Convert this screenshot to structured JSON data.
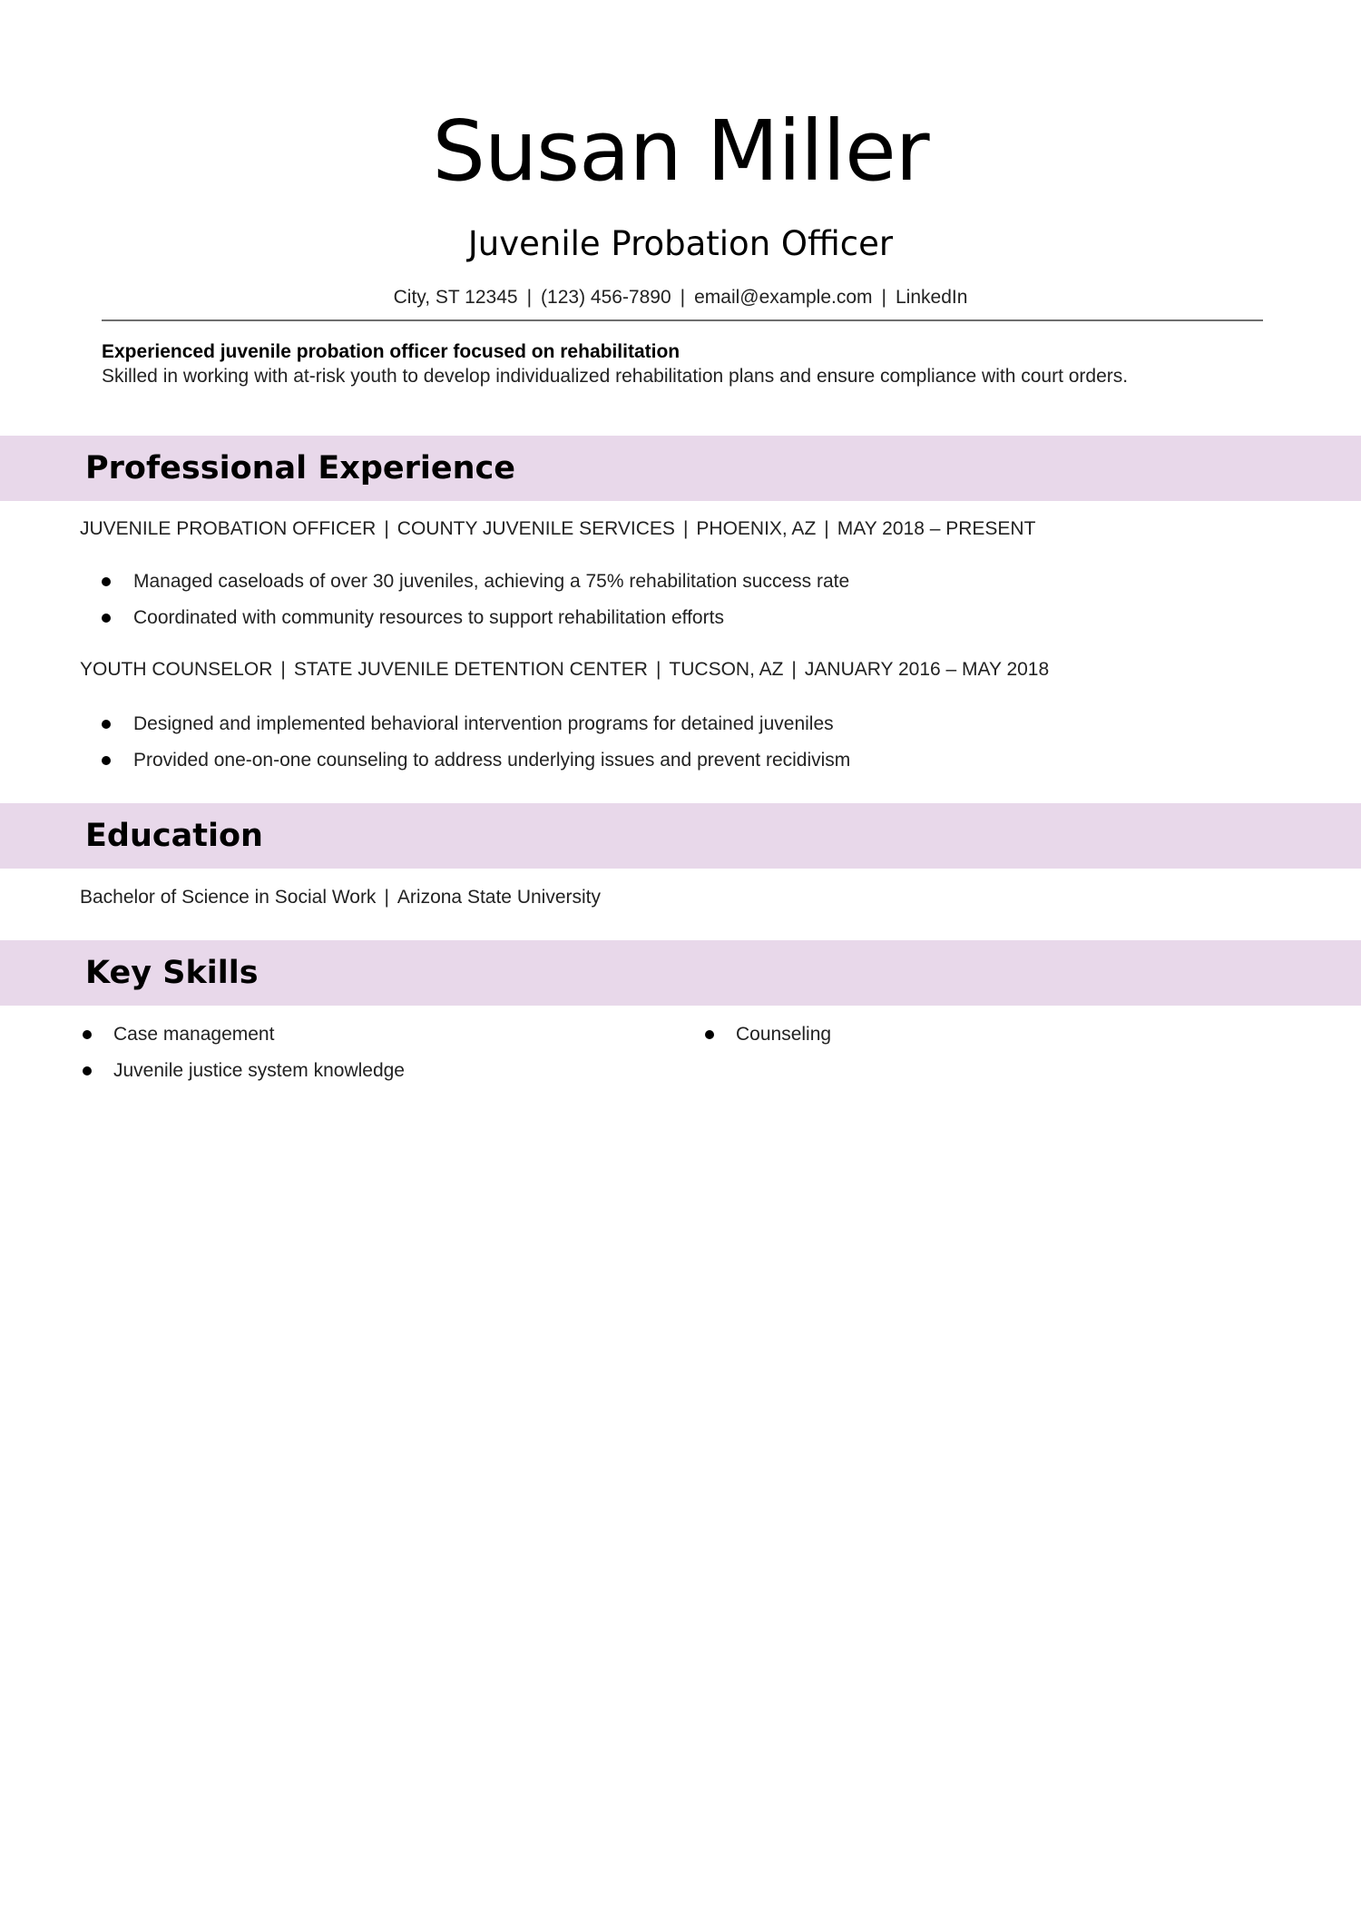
{
  "header": {
    "name": "Susan Miller",
    "title": "Juvenile Probation Officer",
    "contact": [
      "City, ST 12345",
      "(123) 456-7890",
      "email@example.com",
      "LinkedIn"
    ],
    "separator": "|"
  },
  "summary": {
    "headline": "Experienced juvenile probation officer focused on rehabilitation",
    "text": "Skilled in working with at-risk youth to develop individualized rehabilitation plans and ensure compliance with court orders."
  },
  "experience": {
    "heading": "Professional Experience",
    "jobs": [
      {
        "role": "JUVENILE PROBATION OFFICER",
        "org": "COUNTY JUVENILE SERVICES",
        "location": "PHOENIX, AZ",
        "dates": "MAY 2018 – PRESENT",
        "bullets": [
          "Managed caseloads of over 30 juveniles, achieving a 75% rehabilitation success rate",
          "Coordinated with community resources to support rehabilitation efforts"
        ]
      },
      {
        "role": "YOUTH COUNSELOR",
        "org": "STATE JUVENILE DETENTION CENTER",
        "location": "TUCSON, AZ",
        "dates": "JANUARY 2016 – MAY 2018",
        "bullets": [
          "Designed and implemented behavioral intervention programs for detained juveniles",
          "Provided one-on-one counseling to address underlying issues and prevent recidivism"
        ]
      }
    ]
  },
  "education": {
    "heading": "Education",
    "degree": "Bachelor of Science in Social Work",
    "school": "Arizona State University"
  },
  "skills": {
    "heading": "Key Skills",
    "left": [
      "Case management",
      "Juvenile justice system knowledge"
    ],
    "right": [
      "Counseling"
    ]
  },
  "colors": {
    "section_band": "#e8d8ea",
    "rule": "#6e6e6e"
  }
}
